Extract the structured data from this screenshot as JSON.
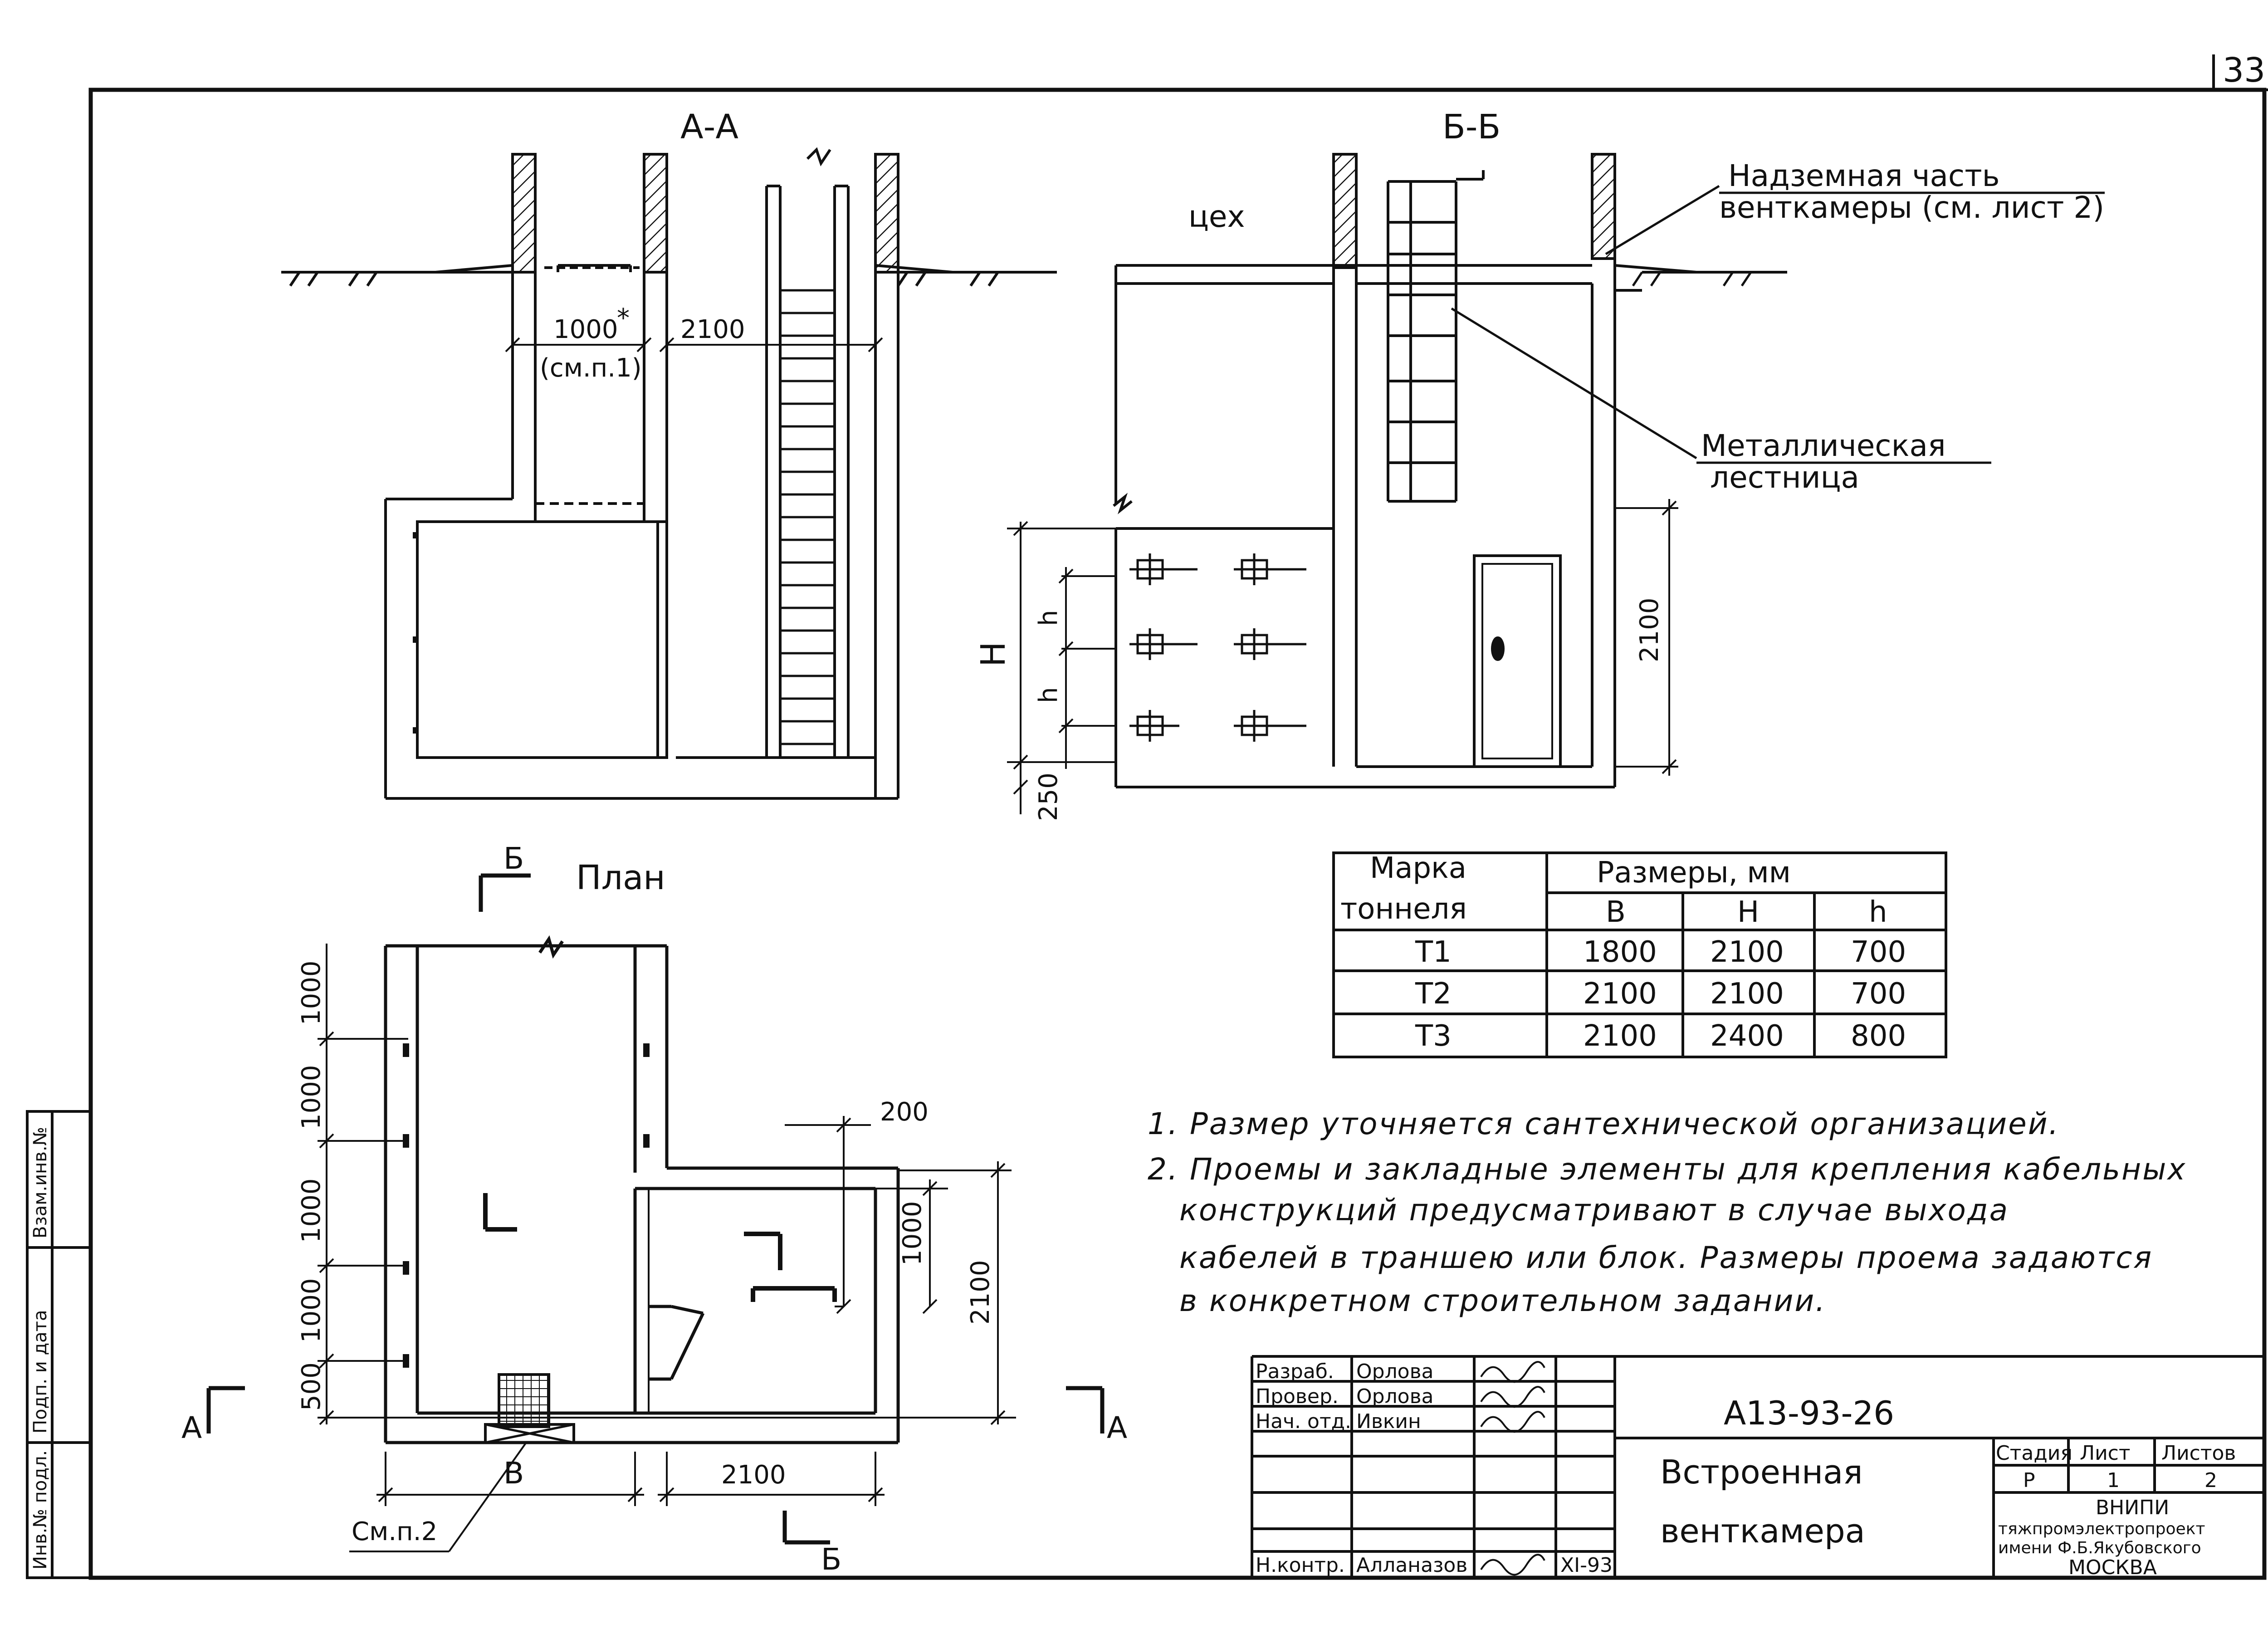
{
  "page_number": "33",
  "section_aa": {
    "title": "А-А",
    "dim_1000": "1000",
    "dim_1000_star": "*",
    "dim_ref": "(см.п.1)",
    "dim_2100": "2100"
  },
  "section_bb": {
    "title": "Б-Б",
    "shop_label": "цех",
    "callout_top_line1": "Надземная часть",
    "callout_top_line2": "венткамеры (см. лист 2)",
    "callout_ladder_line1": "Металлическая",
    "callout_ladder_line2": "лестница",
    "dim_H": "H",
    "dim_h1": "h",
    "dim_h2": "h",
    "dim_250": "250",
    "dim_2100": "2100"
  },
  "plan": {
    "title": "План",
    "cut_a_left": "А",
    "cut_a_right": "А",
    "cut_b_top": "Б",
    "cut_b_bottom": "Б",
    "dim_1000_a": "1000",
    "dim_1000_b": "1000",
    "dim_1000_c": "1000",
    "dim_1000_d": "1000",
    "dim_500": "500",
    "dim_200": "200",
    "dim_1000_right": "1000",
    "dim_2100_right": "2100",
    "dim_B": "В",
    "dim_2100_bottom": "2100",
    "ref_note": "См.п.2",
    "mark_L": "L"
  },
  "size_table": {
    "col1_header_line1": "Марка",
    "col1_header_line2": "тоннеля",
    "group_header": "Размеры, мм",
    "sub_headers": [
      "В",
      "Н",
      "h"
    ],
    "rows": [
      {
        "mark": "Т1",
        "b": "1800",
        "h_big": "2100",
        "h_small": "700"
      },
      {
        "mark": "Т2",
        "b": "2100",
        "h_big": "2100",
        "h_small": "700"
      },
      {
        "mark": "Т3",
        "b": "2100",
        "h_big": "2400",
        "h_small": "800"
      }
    ]
  },
  "notes": {
    "line1": "1. Размер уточняется сантехнической организацией.",
    "line2": "2. Проемы и закладные элементы для крепления кабельных",
    "line3": "конструкций предусматривают в случае выхода",
    "line4": "кабелей в траншею или блок. Размеры проема задаются",
    "line5": "в конкретном строительном задании."
  },
  "title_block": {
    "designation": "А13-93-26",
    "name_line1": "Встроенная",
    "name_line2": "венткамера",
    "roles": [
      "Разраб.",
      "Провер.",
      "Нач. отд.",
      "",
      "",
      "",
      "Н.контр."
    ],
    "names": [
      "Орлова",
      "Орлова",
      "Ивкин",
      "",
      "",
      "",
      "Алланазов"
    ],
    "date": "XI-93",
    "stage_header": "Стадия",
    "sheet_header": "Лист",
    "sheets_header": "Листов",
    "stage_value": "Р",
    "sheet_value": "1",
    "sheets_value": "2",
    "org_line1": "ВНИПИ",
    "org_line2": "тяжпромэлектропроект",
    "org_line3": "имени Ф.Б.Якубовского",
    "org_line4": "МОСКВА"
  },
  "side_stamp": [
    "Инв.№ подл.",
    "Подп. и дата",
    "Взам.инв.№"
  ]
}
